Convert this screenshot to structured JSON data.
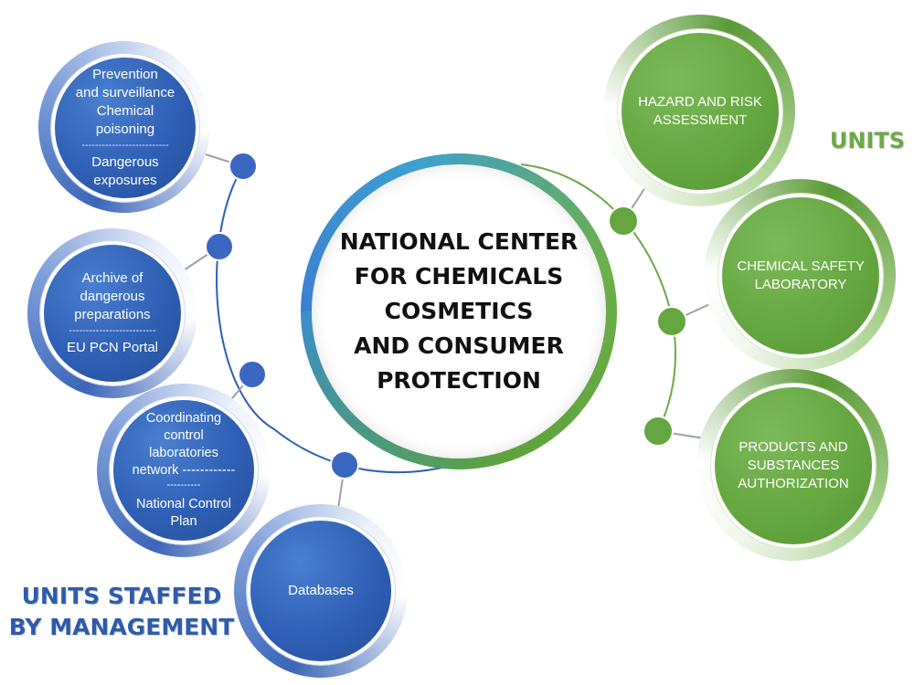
{
  "center": {
    "lines": [
      "NATIONAL CENTER",
      "FOR CHEMICALS",
      "COSMETICS",
      "AND CONSUMER",
      "PROTECTION"
    ]
  },
  "units_title": "UNITS",
  "management_title": [
    "UNITS STAFFED",
    "BY MANAGEMENT"
  ],
  "management_units": [
    {
      "lines": [
        "Prevention",
        "and surveillance",
        "Chemical",
        "poisoning"
      ],
      "separator": "--------------------------",
      "lines2": [
        "Dangerous",
        "exposures"
      ]
    },
    {
      "lines": [
        "Archive of",
        "dangerous",
        "preparations"
      ],
      "separator": "--------------------------",
      "lines2": [
        "EU PCN Portal"
      ]
    },
    {
      "lines": [
        "Coordinating",
        "control",
        "laboratories",
        "network ------------",
        "----------"
      ],
      "separator": "",
      "lines2": [
        "National Control",
        "Plan"
      ]
    },
    {
      "lines": [
        "Databases"
      ],
      "separator": "",
      "lines2": []
    }
  ],
  "units": [
    {
      "lines": [
        "HAZARD AND RISK",
        "ASSESSMENT"
      ]
    },
    {
      "lines": [
        "CHEMICAL SAFETY",
        "LABORATORY"
      ]
    },
    {
      "lines": [
        "PRODUCTS",
        "AND SUBSTANCES",
        "AUTHORIZATION"
      ]
    }
  ],
  "colors": {
    "blue": "#2f5fb4",
    "green": "#64a63f",
    "connector": "#9aa0a6"
  }
}
